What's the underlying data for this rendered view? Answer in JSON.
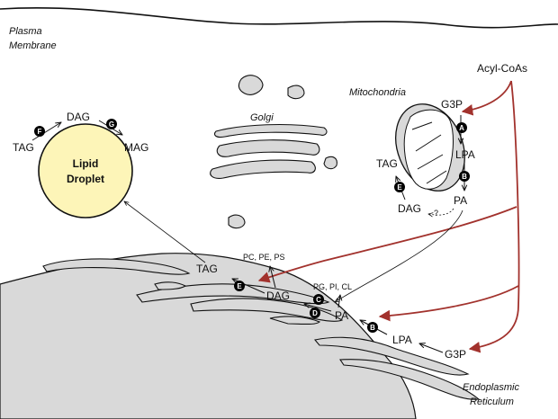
{
  "compartments": {
    "plasma_membrane": [
      "Plasma",
      "Membrane"
    ],
    "golgi": "Golgi",
    "mitochondria": "Mitochondria",
    "er": [
      "Endoplasmic",
      "Reticulum"
    ],
    "lipid_droplet": [
      "Lipid",
      "Droplet"
    ]
  },
  "source": "Acyl-CoAs",
  "metabolites": {
    "mito_g3p": "G3P",
    "mito_lpa": "LPA",
    "mito_pa": "PA",
    "mito_dag": "DAG",
    "mito_tag": "TAG",
    "mito_unknown": "?",
    "er_g3p": "G3P",
    "er_lpa": "LPA",
    "er_pa": "PA",
    "er_dag": "DAG",
    "er_tag": "TAG",
    "er_phospho_a": "PC, PE, PS",
    "er_phospho_b": "PG, PI, CL",
    "ld_tag": "TAG",
    "ld_dag": "DAG",
    "ld_mag": "MAG"
  },
  "enzyme_badges": {
    "mito_a": "A",
    "mito_b": "B",
    "mito_e": "E",
    "er_b": "B",
    "er_d": "D",
    "er_c": "C",
    "er_e": "E",
    "ld_f": "F",
    "ld_g": "G"
  },
  "colors": {
    "organelle_fill": "#d9d9d9",
    "droplet_fill": "#fdf5b8",
    "acyl_arrow": "#a2322d",
    "badge": "#000000"
  }
}
